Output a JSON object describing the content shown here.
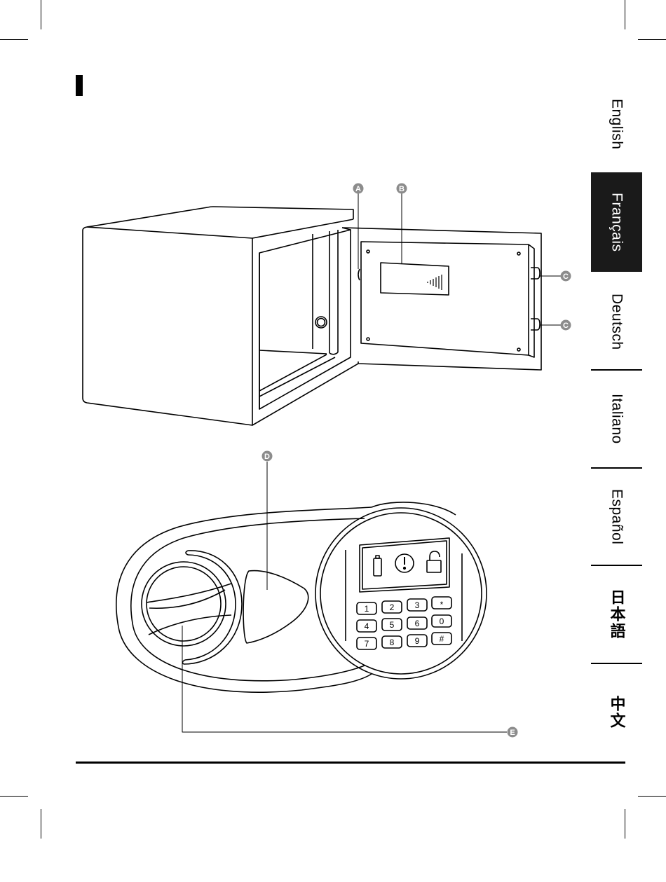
{
  "language_tabs": [
    {
      "label": "English",
      "active": false
    },
    {
      "label": "Français",
      "active": true
    },
    {
      "label": "Deutsch",
      "active": false
    },
    {
      "label": "Italiano",
      "active": false
    },
    {
      "label": "Español",
      "active": false
    },
    {
      "label": "日本語",
      "active": false
    },
    {
      "label": "中文",
      "active": false
    }
  ],
  "callouts": {
    "a": "A",
    "b": "B",
    "c1": "C",
    "c2": "C",
    "d": "D",
    "e": "E"
  },
  "keypad": {
    "row1": [
      "1",
      "2",
      "3",
      "*"
    ],
    "row2": [
      "4",
      "5",
      "6",
      "0"
    ],
    "row3": [
      "7",
      "8",
      "9",
      "#"
    ]
  },
  "display_icons": [
    "battery-icon",
    "alert-icon",
    "unlock-icon"
  ],
  "colors": {
    "active_tab": "#1a1a1a",
    "callout_circle": "#8c8c8c",
    "line": "#000000"
  }
}
